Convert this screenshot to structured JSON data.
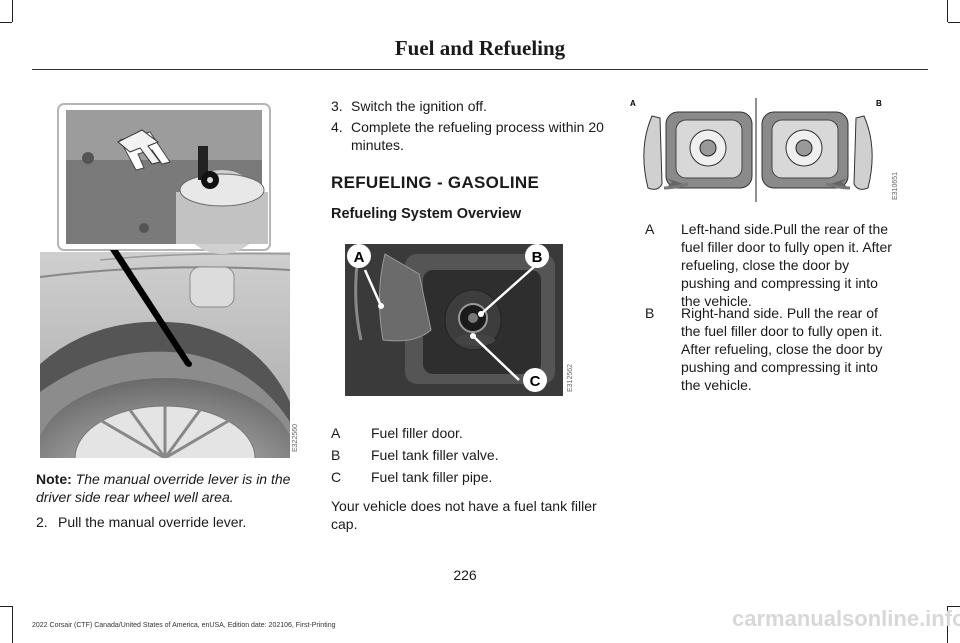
{
  "header": {
    "title": "Fuel and Refueling"
  },
  "left": {
    "note_label": "Note:",
    "note_text": "The manual override lever is in the driver side rear wheel well area.",
    "step2_num": "2.",
    "step2_text": "Pull the manual override lever.",
    "figure_id": "E322560"
  },
  "middle": {
    "step3_num": "3.",
    "step3_text": "Switch the ignition off.",
    "step4_num": "4.",
    "step4_text": "Complete the refueling process within 20 minutes.",
    "heading": "REFUELING - GASOLINE",
    "subheading": "Refueling System Overview",
    "figure_labels": {
      "a": "A",
      "b": "B",
      "c": "C"
    },
    "figure_id": "E312562",
    "legend": [
      {
        "key": "A",
        "text": "Fuel filler door."
      },
      {
        "key": "B",
        "text": "Fuel tank filler valve."
      },
      {
        "key": "C",
        "text": "Fuel tank filler pipe."
      }
    ],
    "footnote": "Your vehicle does not have a fuel tank filler cap."
  },
  "right": {
    "figure_labels": {
      "a": "A",
      "b": "B"
    },
    "figure_id": "E310651",
    "legend": [
      {
        "key": "A",
        "text": "Left-hand side.Pull the rear of the fuel filler door to fully open it. After refueling, close the door by pushing and compressing it into the vehicle."
      },
      {
        "key": "B",
        "text": "Right-hand side. Pull the rear of the fuel filler door to fully open it. After refueling, close the door by pushing and compressing it into the vehicle."
      }
    ]
  },
  "page_number": "226",
  "footer": "2022 Corsair (CTF) Canada/United States of America, enUSA, Edition date: 202106, First-Printing",
  "watermark": "carmanualsonline.info"
}
